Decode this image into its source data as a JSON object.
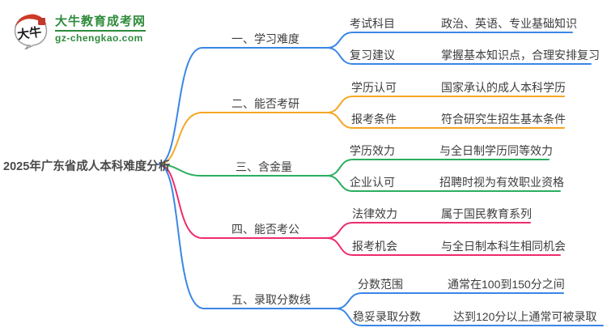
{
  "logo": {
    "site_name": "大牛教育成考网",
    "site_url": "gz-chengkao.com",
    "icon_text": "大牛",
    "brand_green": "#2E8B3C",
    "brand_red": "#CE3A28"
  },
  "central_topic": "2025年广东省成人本科难度分析",
  "colors": {
    "blue": "#3A87E6",
    "orange": "#F6A623",
    "green": "#2BAE60",
    "pink": "#EE2C6B"
  },
  "branches": [
    {
      "label": "一、学习难度",
      "color": "#3A87E6",
      "children": [
        {
          "label": "考试科目",
          "value": "政治、英语、专业基础知识"
        },
        {
          "label": "复习建议",
          "value": "掌握基本知识点，合理安排复习"
        }
      ]
    },
    {
      "label": "二、能否考研",
      "color": "#F6A623",
      "children": [
        {
          "label": "学历认可",
          "value": "国家承认的成人本科学历"
        },
        {
          "label": "报考条件",
          "value": "符合研究生招生基本条件"
        }
      ]
    },
    {
      "label": "三、含金量",
      "color": "#2BAE60",
      "children": [
        {
          "label": "学历效力",
          "value": "与全日制学历同等效力"
        },
        {
          "label": "企业认可",
          "value": "招聘时视为有效职业资格"
        }
      ]
    },
    {
      "label": "四、能否考公",
      "color": "#EE2C6B",
      "children": [
        {
          "label": "法律效力",
          "value": "属于国民教育系列"
        },
        {
          "label": "报考机会",
          "value": "与全日制本科生相同机会"
        }
      ]
    },
    {
      "label": "五、录取分数线",
      "color": "#3A87E6",
      "children": [
        {
          "label": "分数范围",
          "value": "通常在100到150分之间"
        },
        {
          "label": "稳妥录取分数",
          "value": "达到120分以上通常可被录取"
        }
      ]
    }
  ]
}
